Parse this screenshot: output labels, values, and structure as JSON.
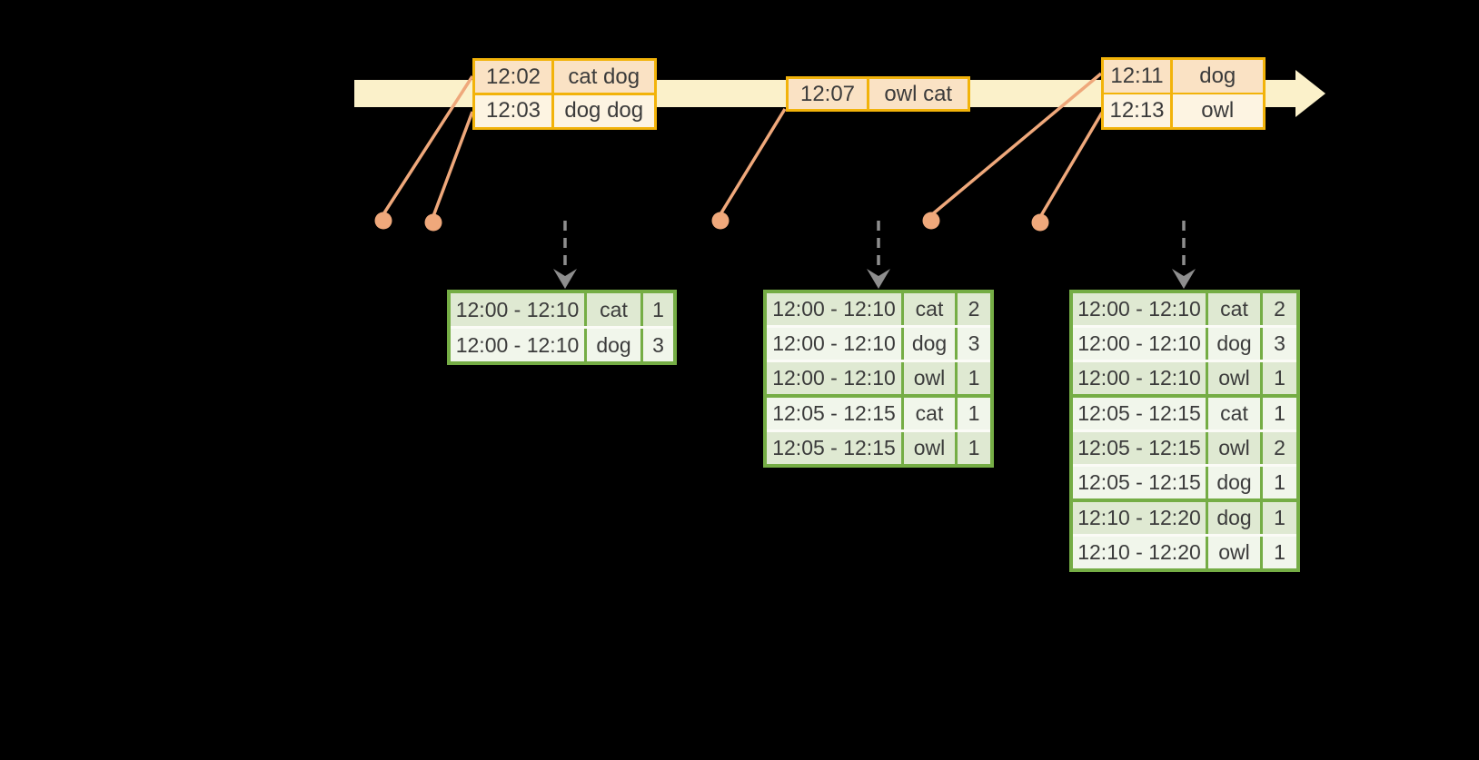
{
  "colors": {
    "background": "#000000",
    "timeline_band": "#FBF1CA",
    "event_table_border": "#F2B30A",
    "event_row_peach": "#FAE2C4",
    "event_row_cream": "#FDF4E2",
    "connector_salmon": "#EFA87B",
    "trigger_arrow_gray": "#8E8E8E",
    "result_table_border": "#75AD45",
    "result_row_dark": "#DFE9D2",
    "result_row_light": "#F1F6EB",
    "text": "#3B3B3B"
  },
  "timeline": {
    "event_tables": [
      {
        "rows": [
          {
            "time": "12:02",
            "words": "cat dog"
          },
          {
            "time": "12:03",
            "words": "dog dog"
          }
        ]
      },
      {
        "rows": [
          {
            "time": "12:07",
            "words": "owl cat"
          }
        ]
      },
      {
        "rows": [
          {
            "time": "12:11",
            "words": "dog"
          },
          {
            "time": "12:13",
            "words": "owl"
          }
        ]
      }
    ]
  },
  "result_tables": [
    {
      "rows": [
        {
          "window": "12:00 - 12:10",
          "word": "cat",
          "count": "1"
        },
        {
          "window": "12:00 - 12:10",
          "word": "dog",
          "count": "3"
        }
      ]
    },
    {
      "rows": [
        {
          "window": "12:00 - 12:10",
          "word": "cat",
          "count": "2"
        },
        {
          "window": "12:00 - 12:10",
          "word": "dog",
          "count": "3"
        },
        {
          "window": "12:00 - 12:10",
          "word": "owl",
          "count": "1"
        },
        {
          "window": "12:05 - 12:15",
          "word": "cat",
          "count": "1"
        },
        {
          "window": "12:05 - 12:15",
          "word": "owl",
          "count": "1"
        }
      ]
    },
    {
      "rows": [
        {
          "window": "12:00 - 12:10",
          "word": "cat",
          "count": "2"
        },
        {
          "window": "12:00 - 12:10",
          "word": "dog",
          "count": "3"
        },
        {
          "window": "12:00 - 12:10",
          "word": "owl",
          "count": "1"
        },
        {
          "window": "12:05 - 12:15",
          "word": "cat",
          "count": "1"
        },
        {
          "window": "12:05 - 12:15",
          "word": "owl",
          "count": "2"
        },
        {
          "window": "12:05 - 12:15",
          "word": "dog",
          "count": "1"
        },
        {
          "window": "12:10 - 12:20",
          "word": "dog",
          "count": "1"
        },
        {
          "window": "12:10 - 12:20",
          "word": "owl",
          "count": "1"
        }
      ]
    }
  ]
}
